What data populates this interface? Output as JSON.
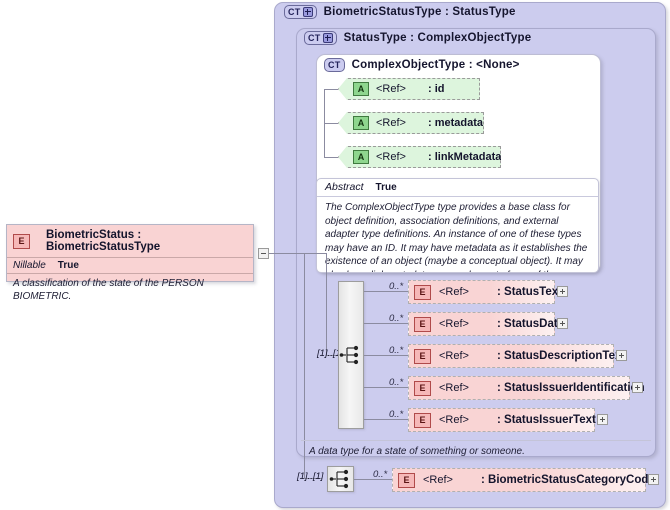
{
  "diagram": {
    "kind": "xsd-schema-diagram",
    "root_element": {
      "badge": "E",
      "title": "BiometricStatus : BiometricStatusType",
      "nillable_key": "Nillable",
      "nillable_value": "True",
      "documentation": "A classification of the state of the PERSON BIOMETRIC."
    },
    "types": [
      {
        "badge": "CT",
        "expandable": true,
        "title": "BiometricStatusType : StatusType"
      },
      {
        "badge": "CT",
        "expandable": true,
        "title": "StatusType : ComplexObjectType"
      },
      {
        "badge": "CT",
        "expandable": false,
        "title": "ComplexObjectType : <None>"
      }
    ],
    "attributes": [
      {
        "badge": "A",
        "ref": "<Ref>",
        "name": ": id"
      },
      {
        "badge": "A",
        "ref": "<Ref>",
        "name": ": metadata"
      },
      {
        "badge": "A",
        "ref": "<Ref>",
        "name": ": linkMetadata"
      }
    ],
    "complex_object_type_annotation": {
      "abstract_key": "Abstract",
      "abstract_value": "True",
      "documentation": "The ComplexObjectType type provides a base class for object definition, association definitions, and external adapter type definitions. An instance of one of these types may have an ID. It may have metadata as it establishes the existence of an object (maybe a conceptual object). It may also have link metadata, as an element of one of these types establishes a relationship between its value and its context."
    },
    "status_type_sequence": {
      "cardinality": "[1]..[1]",
      "elements": [
        {
          "badge": "E",
          "ref": "<Ref>",
          "name": ": StatusText",
          "cardinality": "0..*",
          "expandable": true
        },
        {
          "badge": "E",
          "ref": "<Ref>",
          "name": ": StatusDate",
          "cardinality": "0..*",
          "expandable": true
        },
        {
          "badge": "E",
          "ref": "<Ref>",
          "name": ": StatusDescriptionText",
          "cardinality": "0..*",
          "expandable": true
        },
        {
          "badge": "E",
          "ref": "<Ref>",
          "name": ": StatusIssuerIdentification",
          "cardinality": "0..*",
          "expandable": true
        },
        {
          "badge": "E",
          "ref": "<Ref>",
          "name": ": StatusIssuerText",
          "cardinality": "0..*",
          "expandable": true
        }
      ]
    },
    "status_type_annotation": {
      "documentation": "A data type for a state of something or someone."
    },
    "biometric_status_type_sequence": {
      "cardinality": "[1]..[1]",
      "elements": [
        {
          "badge": "E",
          "ref": "<Ref>",
          "name": ": BiometricStatusCategoryCode",
          "cardinality": "0..*",
          "expandable": true
        }
      ]
    },
    "colors": {
      "container_purple": "#ccccee",
      "element_pink": "#f9d4d4",
      "attribute_green": "#ddf5dd",
      "badge_blue": "#ccccf0",
      "background": "#ffffff"
    }
  }
}
